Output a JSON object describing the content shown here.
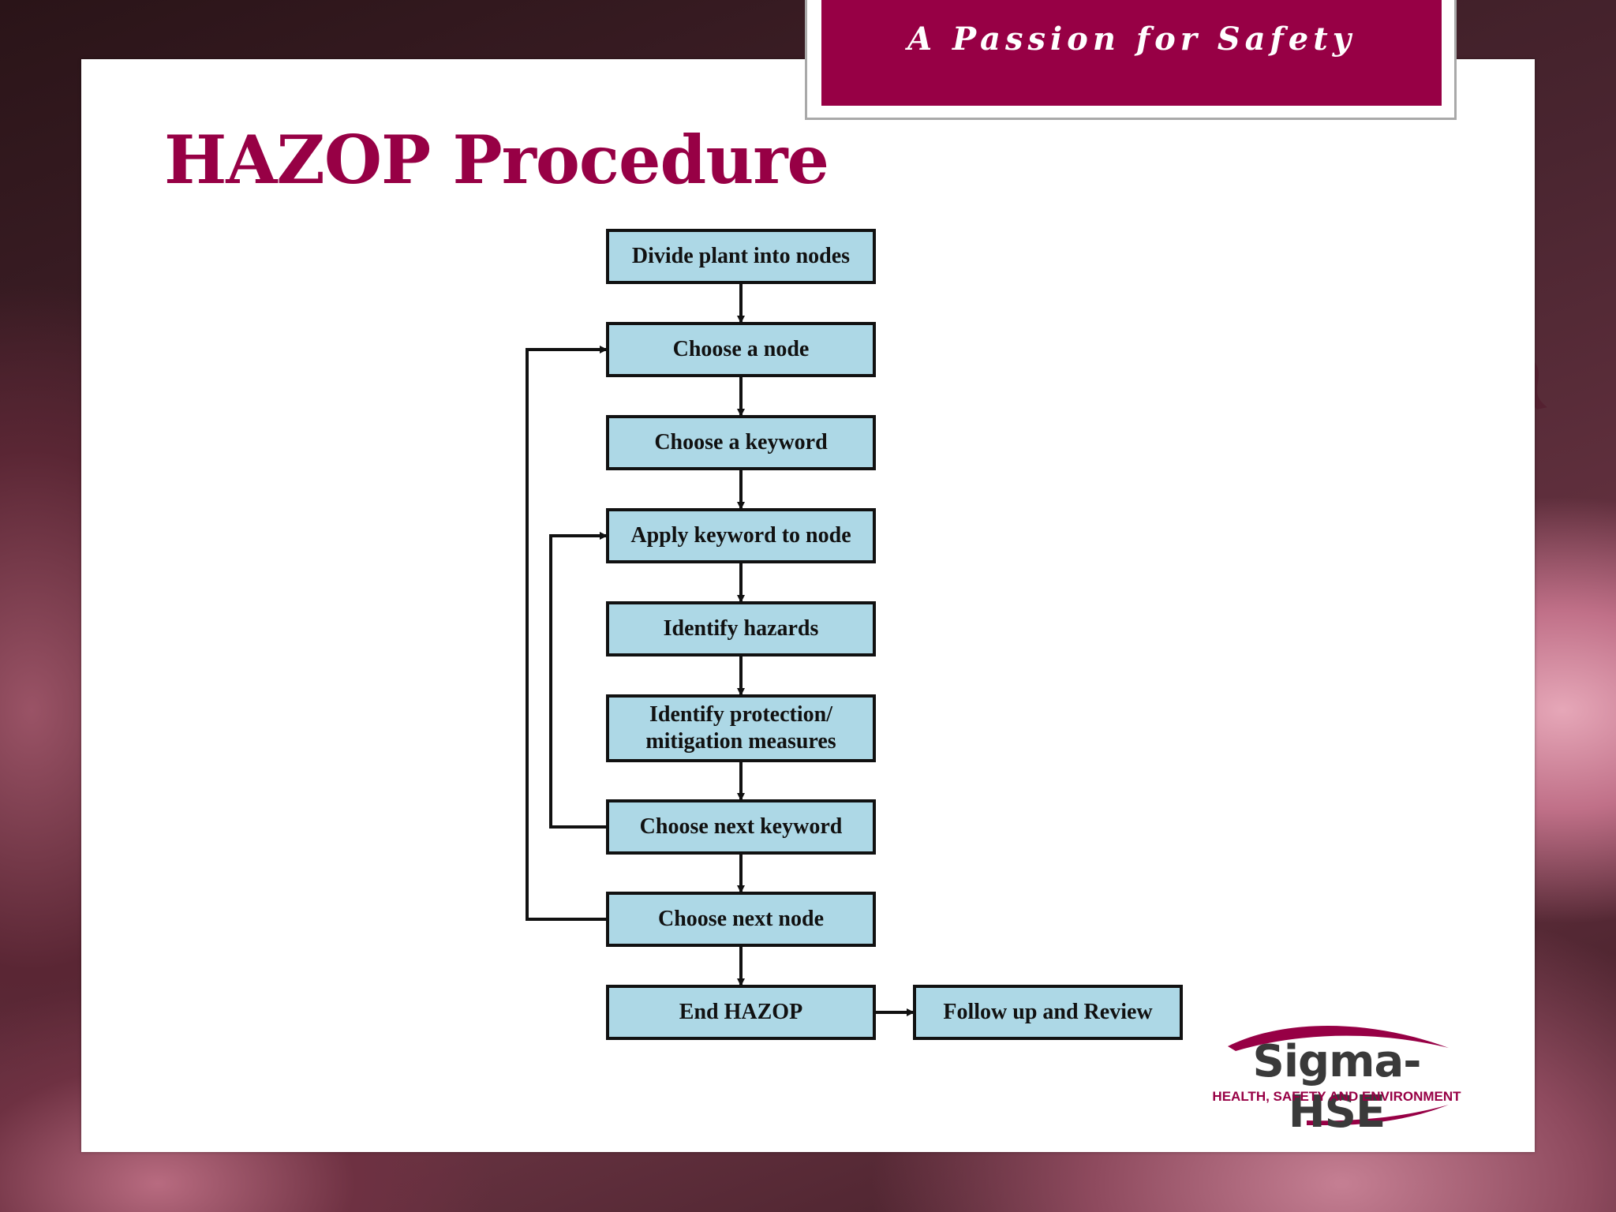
{
  "slide": {
    "tagline": "A Passion for Safety",
    "title": "HAZOP Procedure"
  },
  "flowchart": {
    "nodes": [
      {
        "id": "divide",
        "label": "Divide plant into nodes"
      },
      {
        "id": "choose-node",
        "label": "Choose a node"
      },
      {
        "id": "choose-keyword",
        "label": "Choose a keyword"
      },
      {
        "id": "apply-keyword",
        "label": "Apply keyword to node"
      },
      {
        "id": "identify-hazards",
        "label": "Identify hazards"
      },
      {
        "id": "identify-protection",
        "label": "Identify protection/\nmitigation measures"
      },
      {
        "id": "choose-next-keyword",
        "label": "Choose next keyword"
      },
      {
        "id": "choose-next-node",
        "label": "Choose next node"
      },
      {
        "id": "end-hazop",
        "label": "End HAZOP"
      },
      {
        "id": "follow-up",
        "label": "Follow up and Review"
      }
    ],
    "edges": [
      [
        "divide",
        "choose-node"
      ],
      [
        "choose-node",
        "choose-keyword"
      ],
      [
        "choose-keyword",
        "apply-keyword"
      ],
      [
        "apply-keyword",
        "identify-hazards"
      ],
      [
        "identify-hazards",
        "identify-protection"
      ],
      [
        "identify-protection",
        "choose-next-keyword"
      ],
      [
        "choose-next-keyword",
        "choose-next-node"
      ],
      [
        "choose-next-node",
        "end-hazop"
      ],
      [
        "end-hazop",
        "follow-up"
      ],
      [
        "choose-next-keyword",
        "apply-keyword"
      ],
      [
        "choose-next-node",
        "choose-node"
      ]
    ],
    "colors": {
      "node_fill": "#add8e6",
      "node_border": "#111111"
    }
  },
  "logo": {
    "name": "Sigma-HSE",
    "subtitle": "HEALTH, SAFETY AND ENVIRONMENT"
  },
  "theme": {
    "accent": "#970045"
  }
}
